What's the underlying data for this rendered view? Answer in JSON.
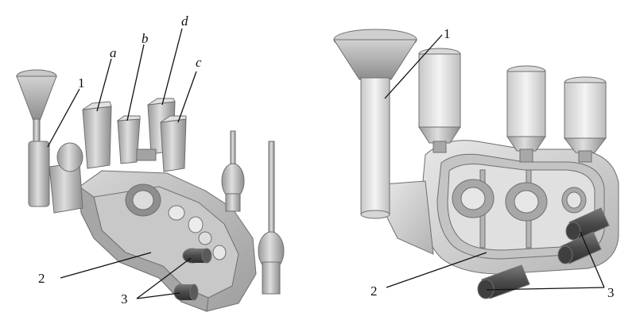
{
  "left_figure": {
    "labels": {
      "pouring_cup": "1",
      "casting": "2",
      "chill": "3",
      "riser_a": "a",
      "riser_b": "b",
      "riser_c": "c",
      "riser_d": "d"
    }
  },
  "right_figure": {
    "labels": {
      "pouring_cup": "1",
      "casting": "2",
      "chill": "3"
    }
  },
  "colors": {
    "metal_light": "#e4e4e4",
    "metal_mid": "#b9b9b9",
    "metal_dark": "#8c8c8c",
    "ink": "#111111"
  }
}
